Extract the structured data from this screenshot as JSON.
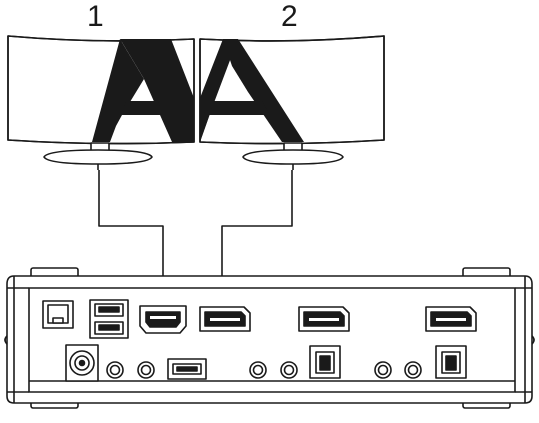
{
  "monitors": {
    "left": {
      "number": "1"
    },
    "right": {
      "number": "2"
    }
  },
  "colors": {
    "outline": "#1a1a1a",
    "fill": "#ffffff",
    "connector": "#1a1a1a"
  },
  "device": {
    "icons": [
      "display-rear-panel",
      "rj11-port-icon",
      "usb-a-stacked-icon",
      "hdmi-port-icon",
      "displayport-port-icon",
      "dc-power-jack-icon",
      "audio-jack-icon",
      "usb-b-port-icon"
    ]
  }
}
